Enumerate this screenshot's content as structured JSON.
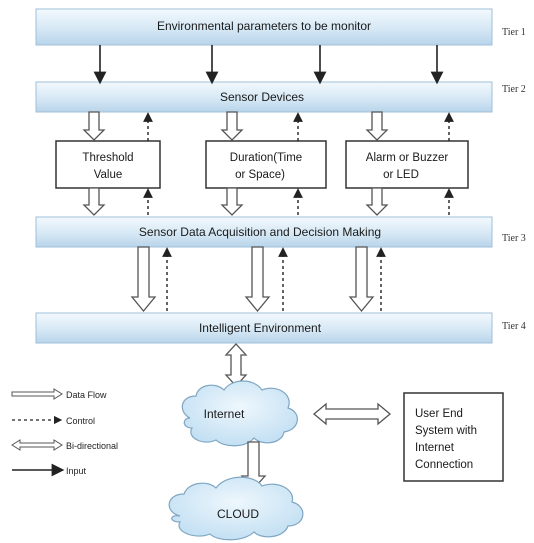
{
  "colors": {
    "tier_band_top": "#f3f9fd",
    "tier_band_bottom": "#b8d4ea",
    "tier_band_stroke": "#9fbfd8",
    "box_stroke": "#333333",
    "cloud_fill": "#c9e2f4",
    "line": "#222222"
  },
  "tiers": {
    "tier1": {
      "label": "Environmental parameters to be monitor",
      "tag": "Tier 1"
    },
    "tier2": {
      "label": "Sensor Devices",
      "tag": "Tier 2"
    },
    "tier3": {
      "label": "Sensor Data Acquisition and Decision Making",
      "tag": "Tier 3"
    },
    "tier4": {
      "label": "Intelligent Environment",
      "tag": "Tier 4"
    }
  },
  "boxes": {
    "threshold": {
      "line1": "Threshold",
      "line2": "Value"
    },
    "duration": {
      "line1": "Duration(Time",
      "line2": "or Space)"
    },
    "alarm": {
      "line1": "Alarm or Buzzer",
      "line2": "or LED"
    },
    "user_end": {
      "line1": "User End",
      "line2": "System with",
      "line3": "Internet",
      "line4": "Connection"
    }
  },
  "clouds": {
    "internet": "Internet",
    "cloud": "CLOUD"
  },
  "legend": {
    "data_flow": "Data Flow",
    "control": "Control",
    "bidirectional": "Bi-directional",
    "input": "Input"
  },
  "icons": [
    "hollow-arrow-icon",
    "dashed-arrow-icon",
    "bidirectional-arrow-icon",
    "solid-arrow-icon"
  ]
}
